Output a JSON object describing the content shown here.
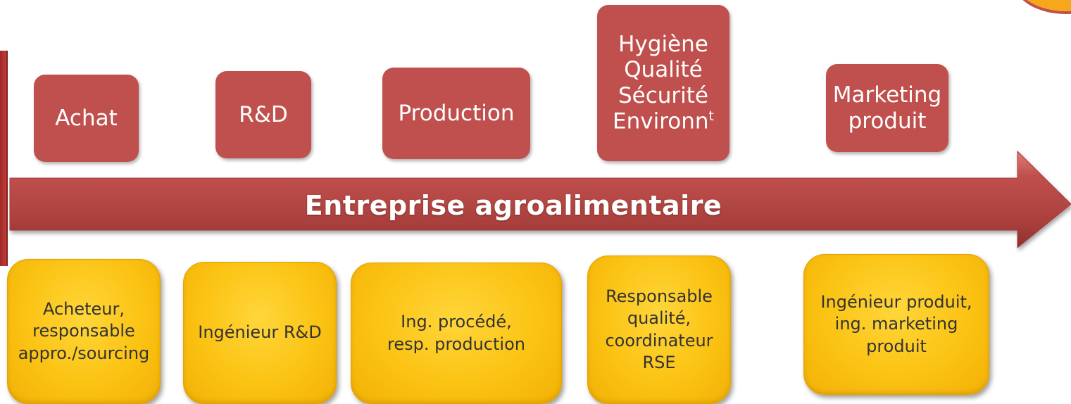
{
  "diagram": {
    "arrow_label": "Entreprise agroalimentaire",
    "departments": [
      {
        "label": "Achat"
      },
      {
        "label": "R&D"
      },
      {
        "label": "Production"
      },
      {
        "label": "Hygiène\nQualité\nSécurité\nEnvironn",
        "superscript": "t"
      },
      {
        "label": "Marketing\nproduit"
      }
    ],
    "jobs": [
      {
        "label": "Acheteur,\nresponsable\nappro./sourcing"
      },
      {
        "label": "Ingénieur R&D"
      },
      {
        "label": "Ing. procédé,\nresp. production"
      },
      {
        "label": "Responsable\nqualité,\ncoordinateur RSE"
      },
      {
        "label": "Ingénieur produit,\ning. marketing\nproduit"
      }
    ]
  },
  "colors": {
    "department_box": "#c0504d",
    "arrow": "#c0504d",
    "job_box": "#fbc313",
    "arrow_text": "#ffffff"
  }
}
